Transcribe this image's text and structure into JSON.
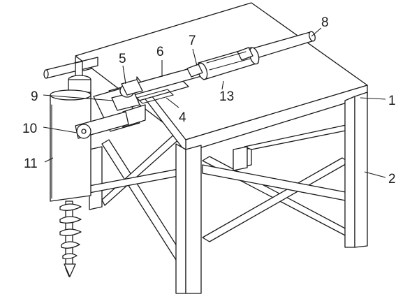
{
  "figure": {
    "labels": [
      {
        "id": "label-1",
        "text": "1"
      },
      {
        "id": "label-2",
        "text": "2"
      },
      {
        "id": "label-4",
        "text": "4"
      },
      {
        "id": "label-5",
        "text": "5"
      },
      {
        "id": "label-6",
        "text": "6"
      },
      {
        "id": "label-7",
        "text": "7"
      },
      {
        "id": "label-8",
        "text": "8"
      },
      {
        "id": "label-9",
        "text": "9"
      },
      {
        "id": "label-10",
        "text": "10"
      },
      {
        "id": "label-11",
        "text": "11"
      },
      {
        "id": "label-13",
        "text": "13"
      }
    ]
  }
}
